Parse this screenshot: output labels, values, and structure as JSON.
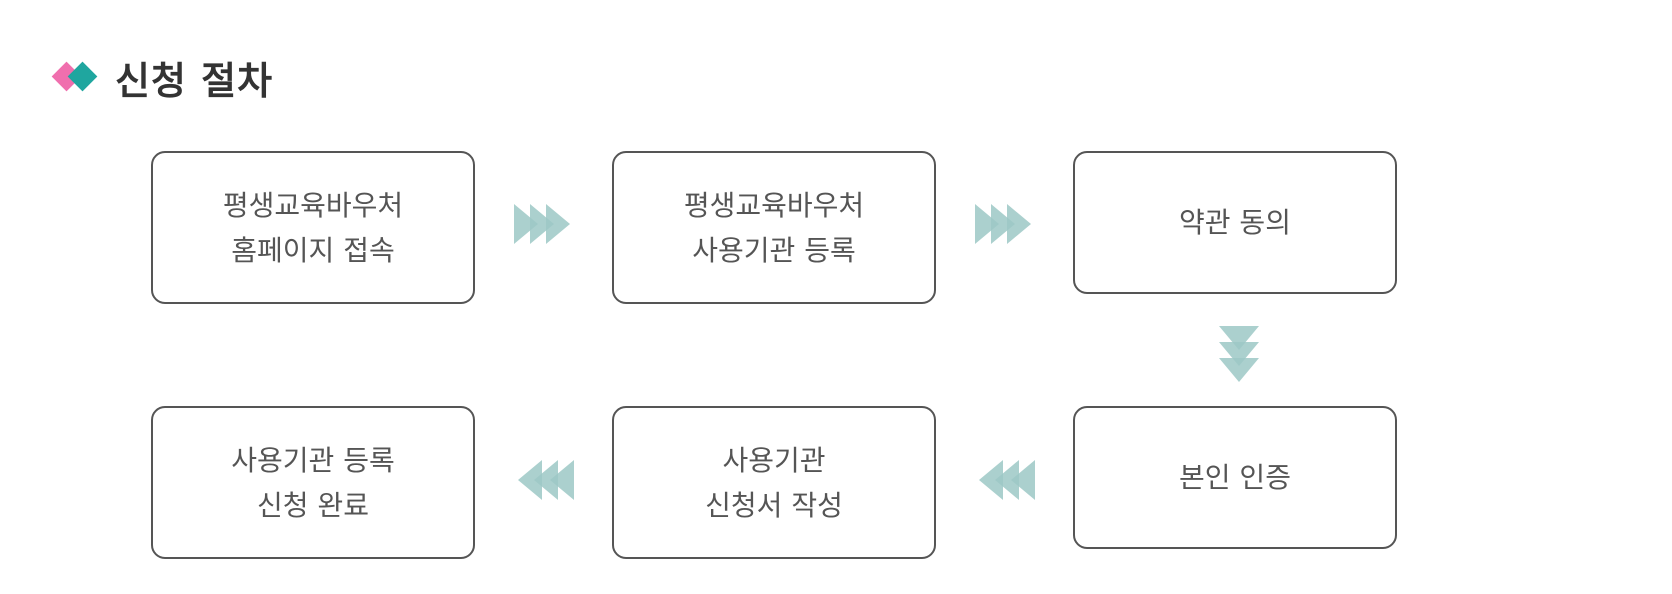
{
  "heading": {
    "title": "신청 절차",
    "icon": "two-diamonds-icon",
    "colors": {
      "pink": "#f06fae",
      "teal": "#1fa69f"
    }
  },
  "colors": {
    "box_border": "#555555",
    "box_text": "#555555",
    "arrow": "#9cc8c5",
    "heading_text": "#333333"
  },
  "steps": [
    {
      "lines": [
        "평생교육바우처",
        "홈페이지 접속"
      ]
    },
    {
      "lines": [
        "평생교육바우처",
        "사용기관 등록"
      ]
    },
    {
      "lines": [
        "약관 동의"
      ]
    },
    {
      "lines": [
        "본인 인증"
      ]
    },
    {
      "lines": [
        "사용기관",
        "신청서 작성"
      ]
    },
    {
      "lines": [
        "사용기관 등록",
        "신청 완료"
      ]
    }
  ],
  "arrows": [
    {
      "icon": "triple-chevron-right-icon",
      "direction": "right"
    },
    {
      "icon": "triple-chevron-right-icon",
      "direction": "right"
    },
    {
      "icon": "triple-chevron-down-icon",
      "direction": "down"
    },
    {
      "icon": "triple-chevron-left-icon",
      "direction": "left"
    },
    {
      "icon": "triple-chevron-left-icon",
      "direction": "left"
    }
  ]
}
